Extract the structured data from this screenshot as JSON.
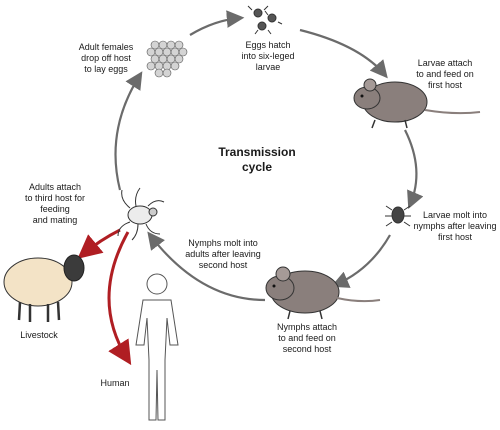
{
  "center_title": [
    "Transmission",
    "cycle"
  ],
  "stages": {
    "eggs_hatch": [
      "Eggs hatch",
      "into six-leged",
      "larvae"
    ],
    "larvae_attach": [
      "Larvae attach",
      "to and feed on",
      "first host"
    ],
    "larvae_molt": [
      "Larvae molt into",
      "nymphs after leaving",
      "first host"
    ],
    "nymphs_attach": [
      "Nymphs attach",
      "to and feed on",
      "second host"
    ],
    "nymphs_molt": [
      "Nymphs molt into",
      "adults after leaving",
      "second host"
    ],
    "adults_attach": [
      "Adults attach",
      "to third host for",
      "feeding",
      "and mating"
    ],
    "adult_females": [
      "Adult females",
      "drop off host",
      "to lay eggs"
    ]
  },
  "hosts": {
    "livestock": "Livestock",
    "human": "Human"
  },
  "colors": {
    "cycle_arrow": "#6b6b6b",
    "host_arrow": "#b01e23",
    "mouse_body": "#8a7f7c",
    "sheep_body": "#f3e3c6",
    "egg_cluster": "#c9c9c9"
  }
}
